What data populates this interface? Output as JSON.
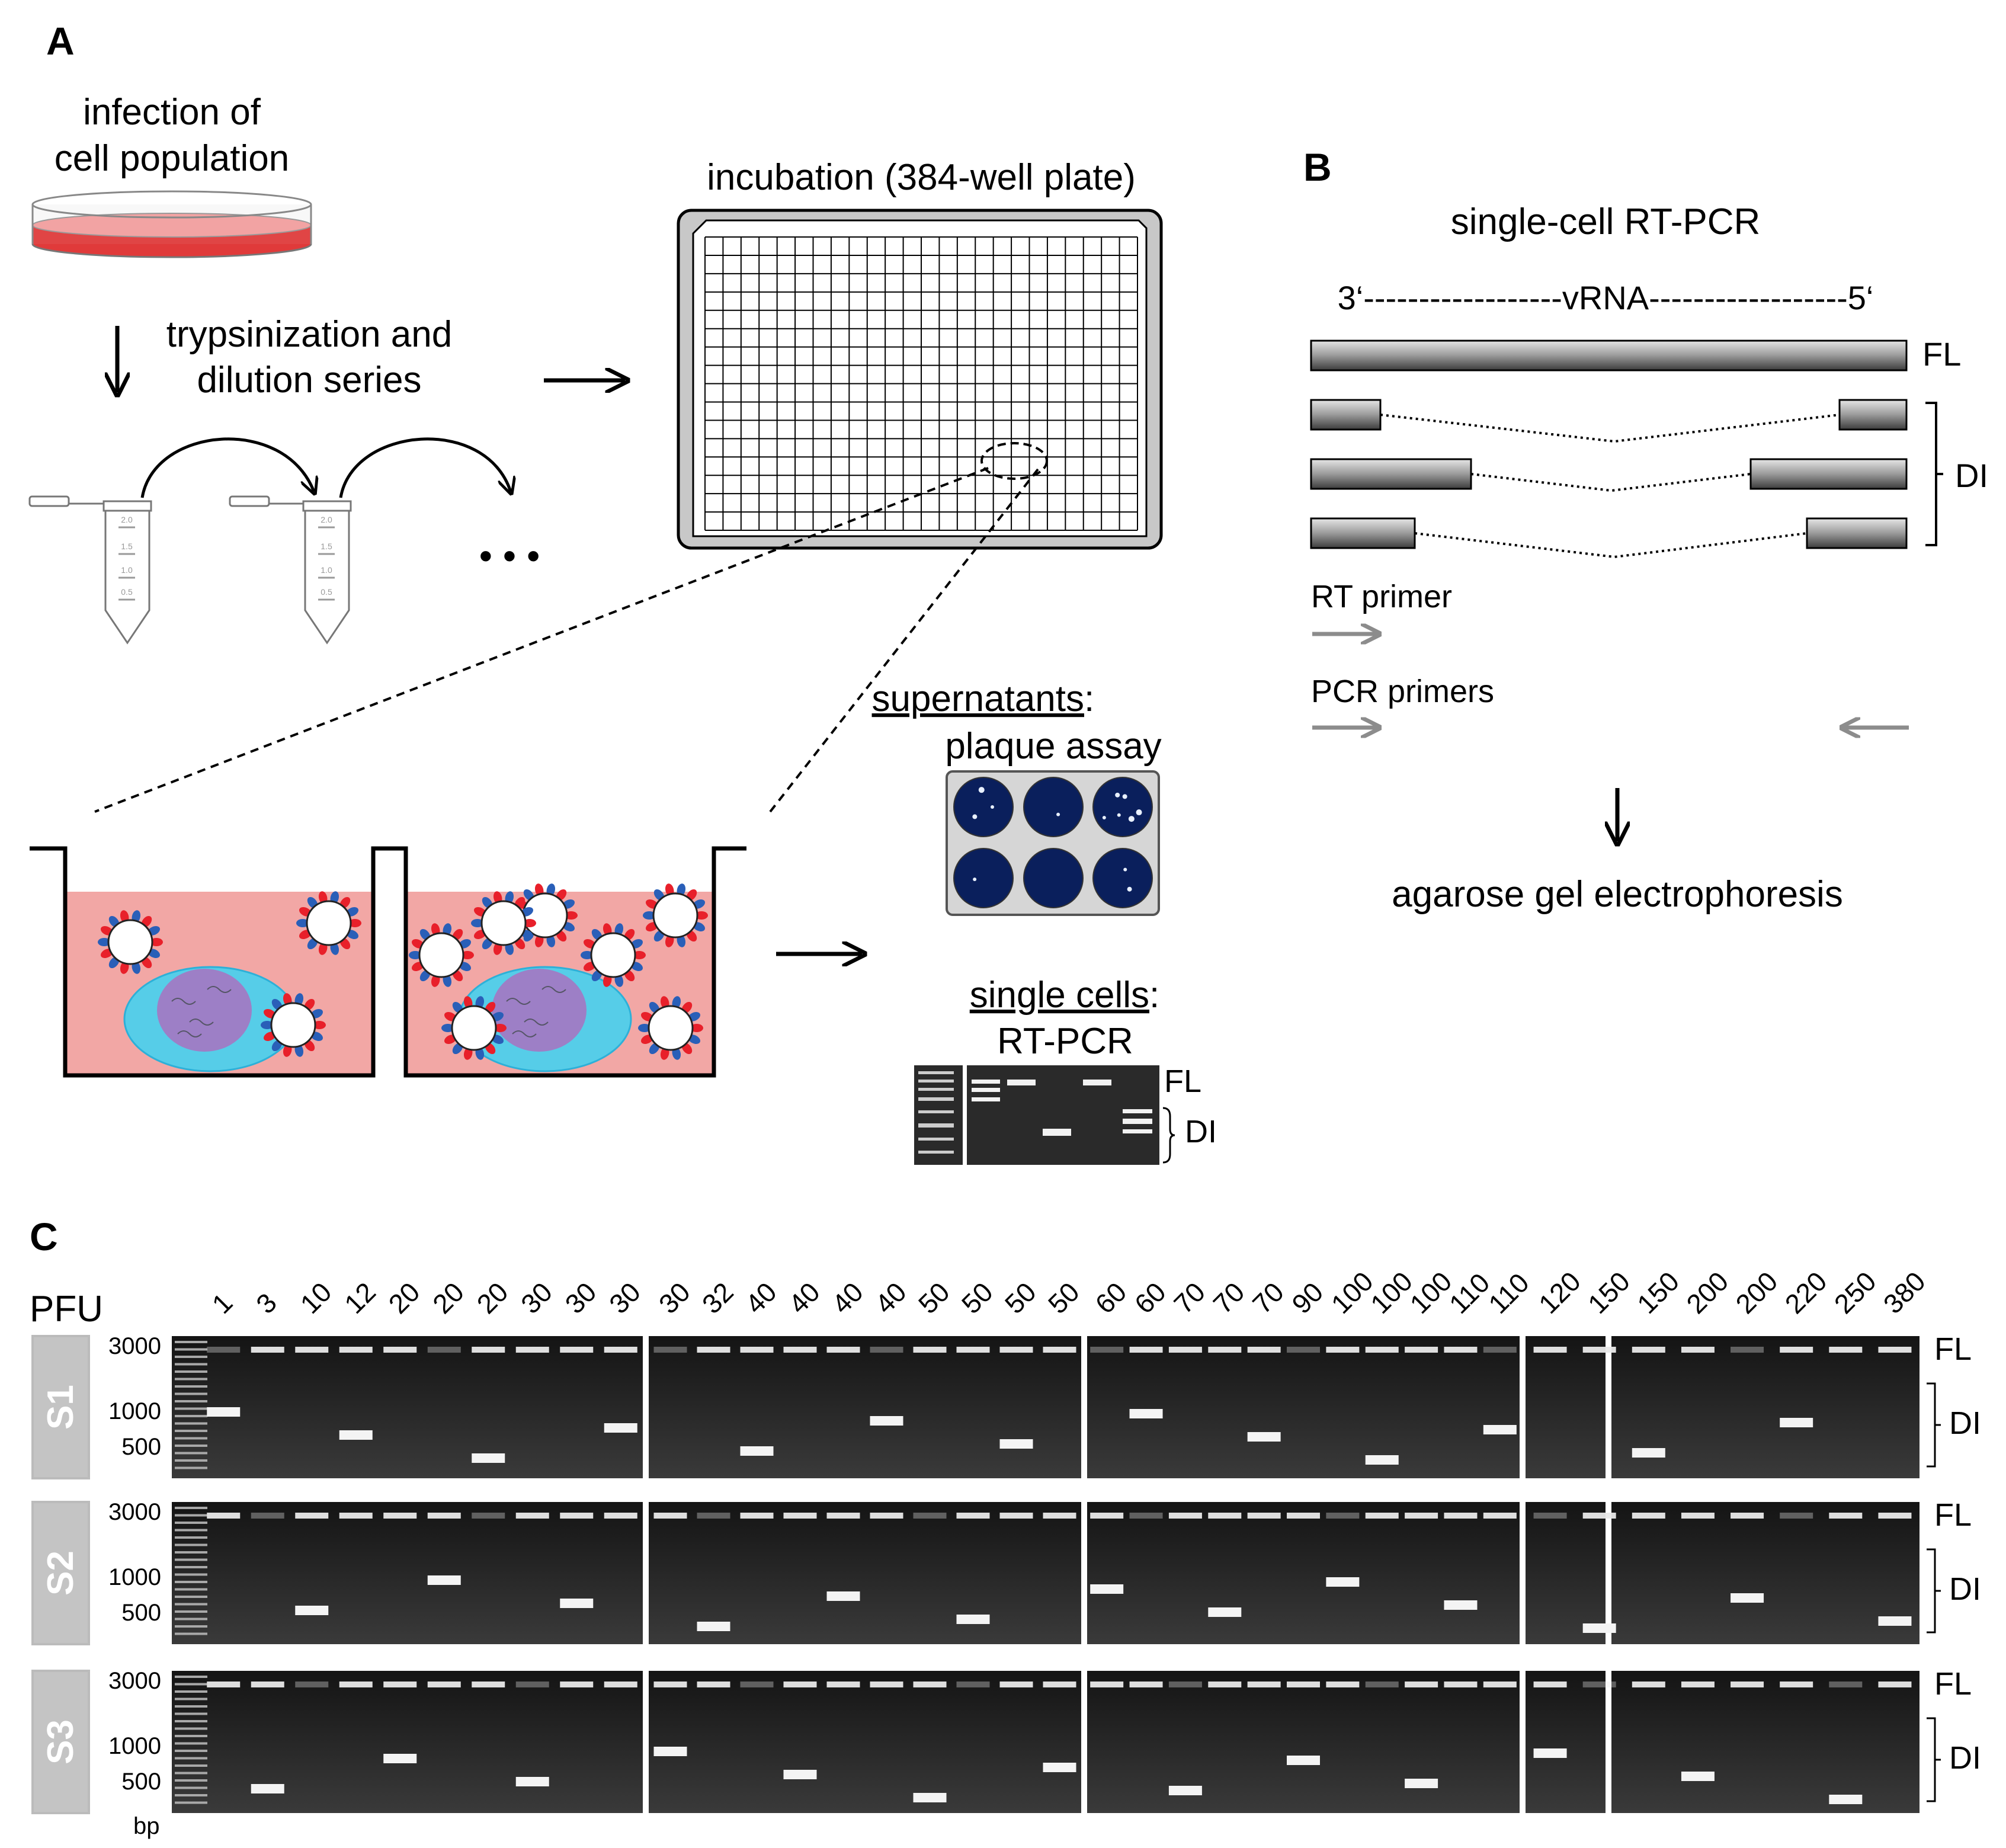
{
  "panels": {
    "A": {
      "letter": "A",
      "infection": [
        "infection of",
        "cell population"
      ],
      "dilution": [
        "trypsinization and",
        "dilution series"
      ],
      "tube_marks": [
        "2.0",
        "1.5",
        "1.0",
        "0.5"
      ],
      "ellipsis": "•  •  •",
      "incubation": "incubation (384-well plate)",
      "supernatants": "supernatants",
      "plaque_assay": "plaque assay",
      "single_cells": "single cells",
      "rt_pcr": "RT-PCR",
      "gel_fl": "FL",
      "gel_di": "DI",
      "colors": {
        "medium": "#f0a3a0",
        "virion_red": "#e8202a",
        "virion_blue": "#2a5fb8",
        "cell": "#5bd0e8",
        "nucleus": "#9b7fc4",
        "plaque_bg": "#0a1f5c"
      }
    },
    "B": {
      "letter": "B",
      "title": "single-cell RT-PCR",
      "vrna": "3‘------------------vRNA------------------5‘",
      "fl": "FL",
      "di": "DI",
      "rt_primer": "RT primer",
      "pcr_primers": "PCR primers",
      "agarose": "agarose gel electrophoresis"
    },
    "C": {
      "letter": "C",
      "pfu_label": "PFU",
      "bp_label": "bp",
      "pfu_values": [
        "1",
        "3",
        "10",
        "12",
        "20",
        "20",
        "20",
        "30",
        "30",
        "30",
        "30",
        "32",
        "40",
        "40",
        "40",
        "40",
        "50",
        "50",
        "50",
        "50",
        "60",
        "60",
        "70",
        "70",
        "70",
        "90",
        "100",
        "100",
        "100",
        "110",
        "110",
        "120",
        "150",
        "150",
        "200",
        "200",
        "220",
        "250",
        "380"
      ],
      "ladder_ticks": [
        "3000",
        "1000",
        "500"
      ],
      "fl": "FL",
      "di": "DI",
      "rows": [
        {
          "label": "S1"
        },
        {
          "label": "S2"
        },
        {
          "label": "S3"
        }
      ]
    }
  }
}
